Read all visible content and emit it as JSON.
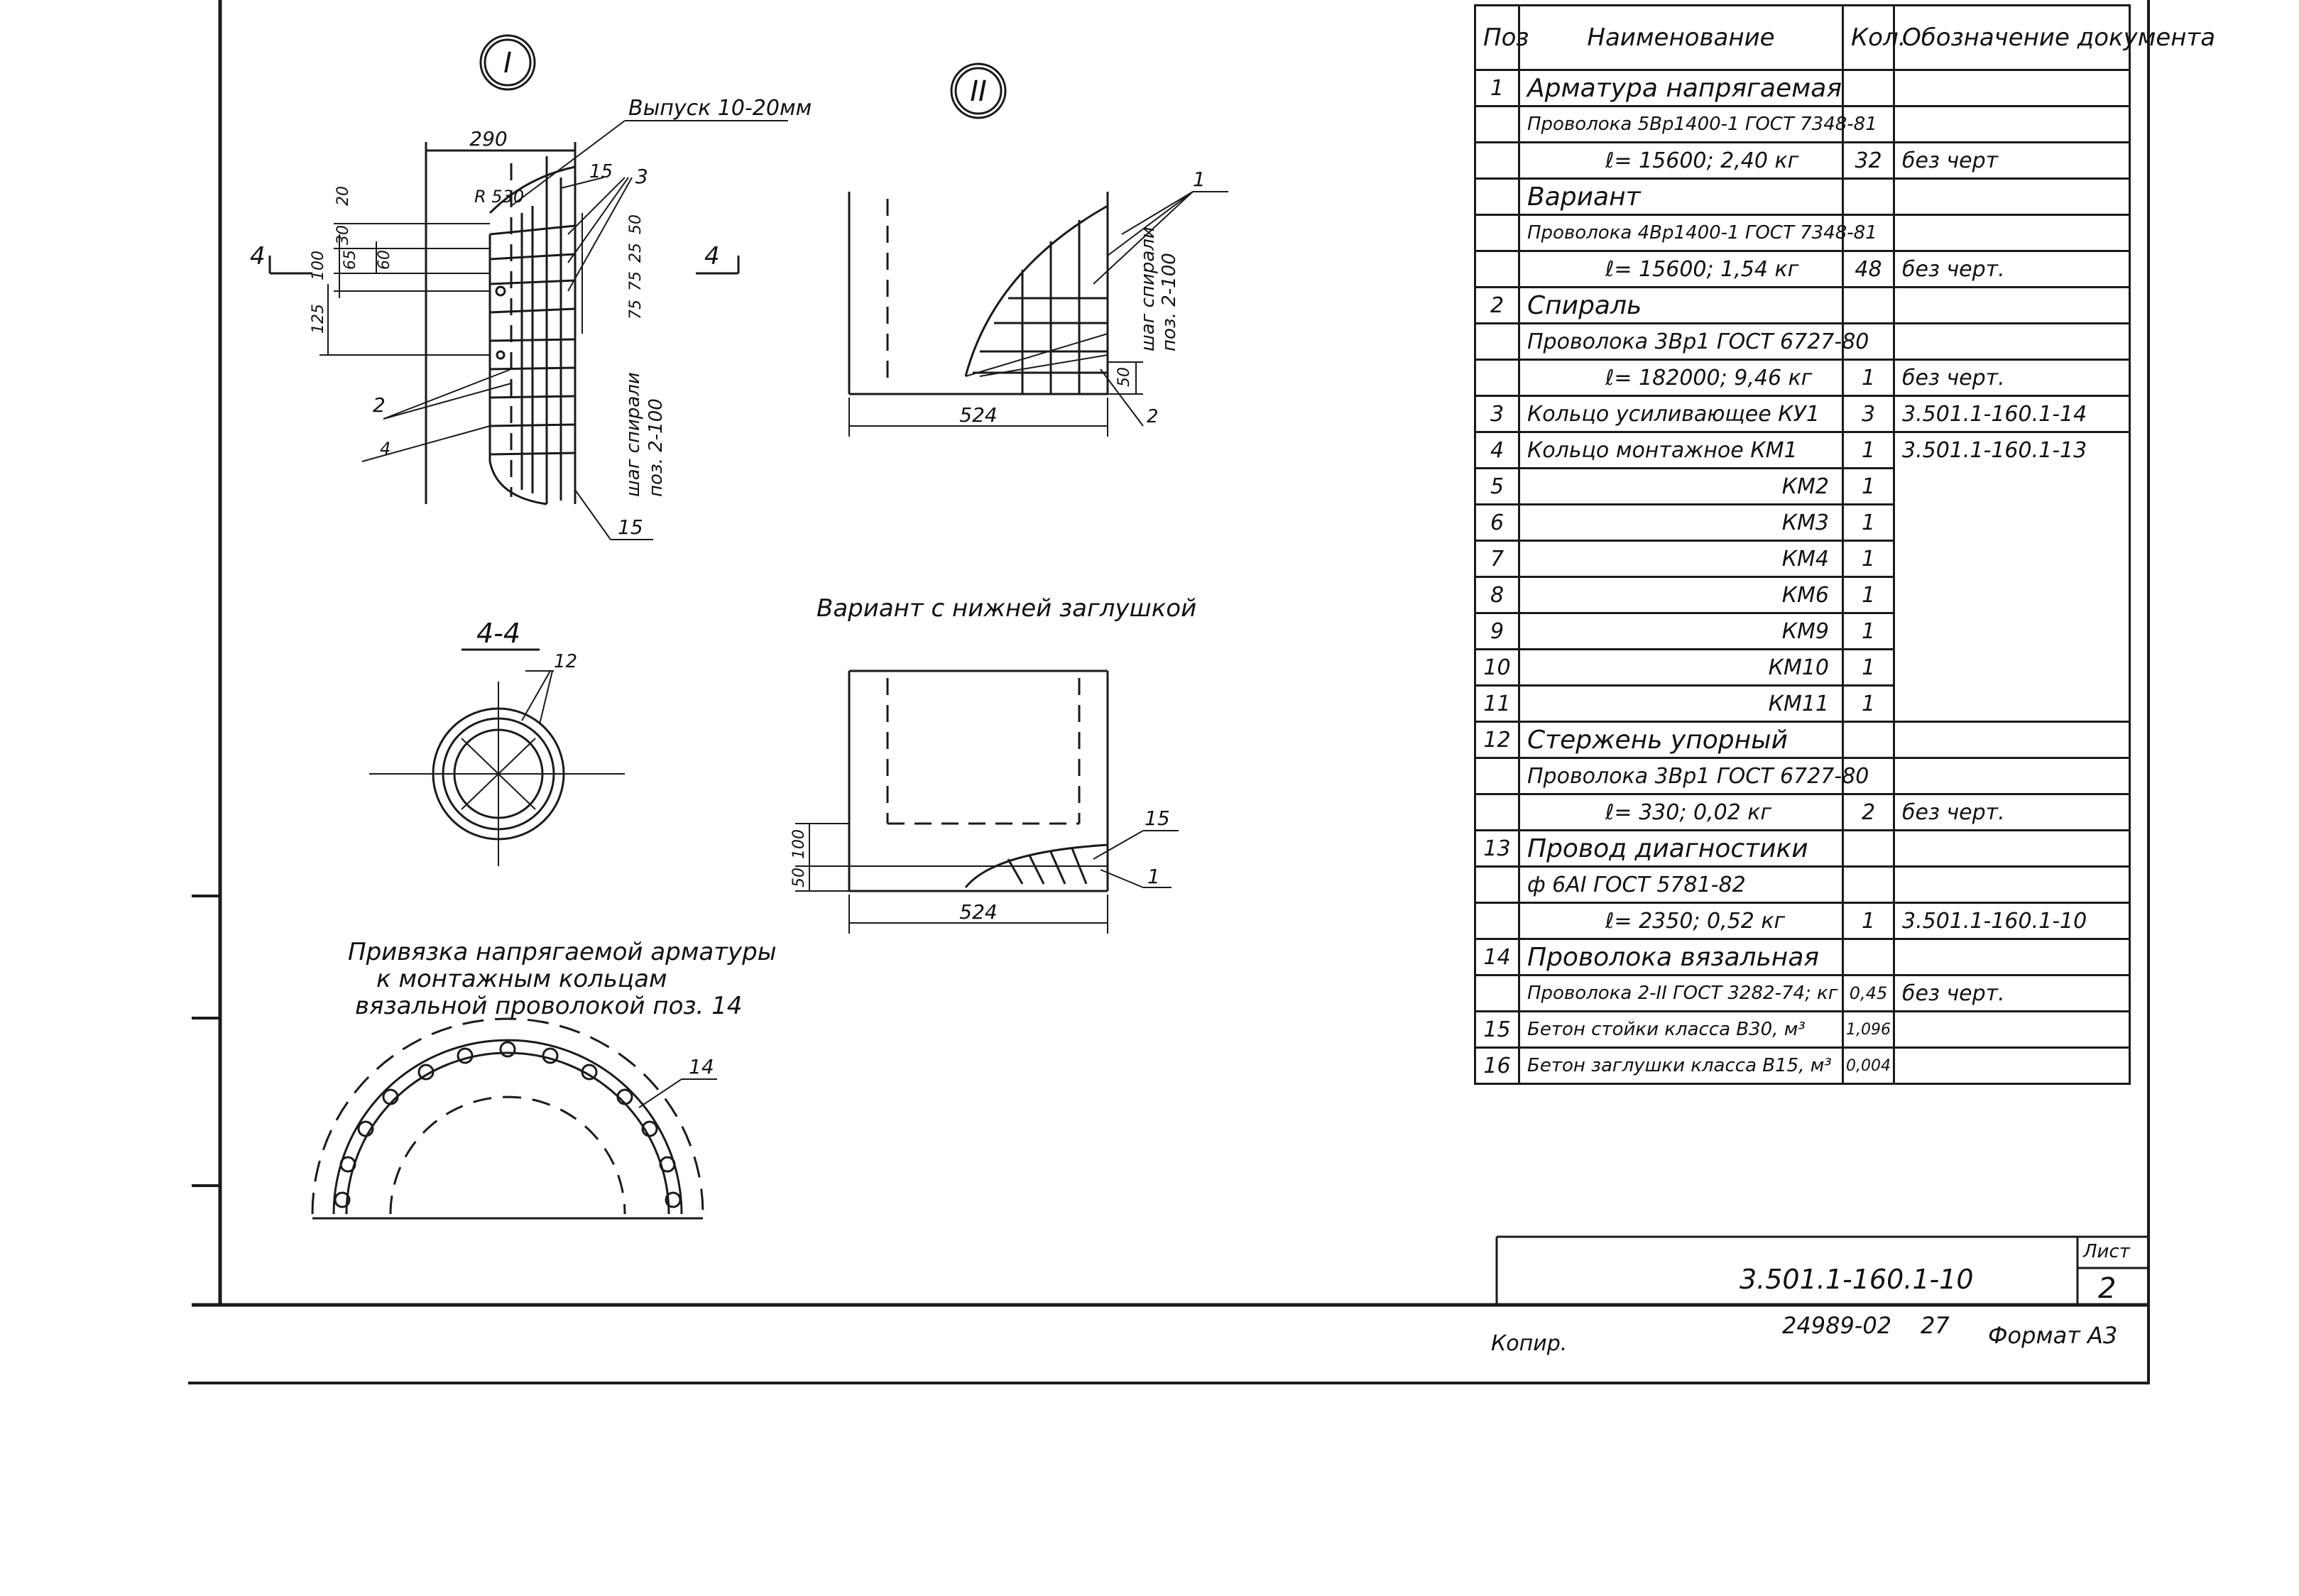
{
  "spec_table": {
    "headers": {
      "pos": "Поз",
      "name": "Наименование",
      "qty": "Кол.",
      "doc": "Обозначение документа"
    },
    "rows": [
      {
        "pos": "1",
        "name": "Арматура напрягаемая",
        "qty": "",
        "doc": ""
      },
      {
        "pos": "",
        "name": "Проволока 5Вр1400-1 ГОСТ 7348-81",
        "qty": "",
        "doc": ""
      },
      {
        "pos": "",
        "name": "ℓ= 15600; 2,40 кг",
        "qty": "32",
        "doc": "без черт"
      },
      {
        "pos": "",
        "name": "Вариант",
        "qty": "",
        "doc": ""
      },
      {
        "pos": "",
        "name": "Проволока 4Вр1400-1 ГОСТ 7348-81",
        "qty": "",
        "doc": ""
      },
      {
        "pos": "",
        "name": "ℓ= 15600; 1,54 кг",
        "qty": "48",
        "doc": "без черт."
      },
      {
        "pos": "2",
        "name": "Спираль",
        "qty": "",
        "doc": ""
      },
      {
        "pos": "",
        "name": "Проволока 3Вр1 ГОСТ 6727-80",
        "qty": "",
        "doc": ""
      },
      {
        "pos": "",
        "name": "ℓ= 182000; 9,46 кг",
        "qty": "1",
        "doc": "без черт."
      },
      {
        "pos": "3",
        "name": "Кольцо усиливающее КУ1",
        "qty": "3",
        "doc": "3.501.1-160.1-14"
      },
      {
        "pos": "4",
        "name": "Кольцо монтажное КМ1",
        "qty": "1",
        "doc": "3.501.1-160.1-13"
      },
      {
        "pos": "5",
        "name": "КМ2",
        "qty": "1",
        "doc": ""
      },
      {
        "pos": "6",
        "name": "КМ3",
        "qty": "1",
        "doc": ""
      },
      {
        "pos": "7",
        "name": "КМ4",
        "qty": "1",
        "doc": ""
      },
      {
        "pos": "8",
        "name": "КМ6",
        "qty": "1",
        "doc": ""
      },
      {
        "pos": "9",
        "name": "КМ9",
        "qty": "1",
        "doc": ""
      },
      {
        "pos": "10",
        "name": "КМ10",
        "qty": "1",
        "doc": ""
      },
      {
        "pos": "11",
        "name": "КМ11",
        "qty": "1",
        "doc": ""
      },
      {
        "pos": "12",
        "name": "Стержень упорный",
        "qty": "",
        "doc": ""
      },
      {
        "pos": "",
        "name": "Проволока 3Вр1 ГОСТ 6727-80",
        "qty": "",
        "doc": ""
      },
      {
        "pos": "",
        "name": "ℓ= 330; 0,02 кг",
        "qty": "2",
        "doc": "без черт."
      },
      {
        "pos": "13",
        "name": "Провод диагностики",
        "qty": "",
        "doc": ""
      },
      {
        "pos": "",
        "name": "ф 6АI ГОСТ 5781-82",
        "qty": "",
        "doc": ""
      },
      {
        "pos": "",
        "name": "ℓ= 2350; 0,52 кг",
        "qty": "1",
        "doc": "3.501.1-160.1-10"
      },
      {
        "pos": "14",
        "name": "Проволока вязальная",
        "qty": "",
        "doc": ""
      },
      {
        "pos": "",
        "name": "Проволока 2-II ГОСТ 3282-74; кг",
        "qty": "0,45",
        "doc": "без черт."
      },
      {
        "pos": "15",
        "name": "Бетон стойки класса В30, м³",
        "qty": "1,096",
        "doc": ""
      },
      {
        "pos": "16",
        "name": "Бетон заглушки класса В15, м³",
        "qty": "0,004",
        "doc": ""
      }
    ]
  },
  "drawing": {
    "view1_mark": "I",
    "view2_mark": "II",
    "release_note": "Выпуск 10-20мм",
    "dim_290": "290",
    "radius": "R 530",
    "dim_30": "30",
    "dim_20": "20",
    "dim_65": "65",
    "dim_60": "60",
    "dim_100": "100",
    "dim_125": "125",
    "dim_50": "50",
    "dim_25": "25",
    "dim_75": "75",
    "dim_75b": "75",
    "spiral_step": "шаг спирали",
    "spiral_pos": "поз. 2-100",
    "section_num": "4",
    "section_4_4": "4-4",
    "dim_524": "524",
    "dim_524b": "524",
    "dim_50_bot": "50",
    "dim_100_bot": "100",
    "dim_50_v2": "50",
    "variant_title": "Вариант с нижней заглушкой",
    "binding_title_1": "Привязка напрягаемой арматуры",
    "binding_title_2": "к монтажным кольцам",
    "binding_title_3": "вязальной проволокой поз. 14",
    "call_1": "1",
    "call_2": "2",
    "call_3": "3",
    "call_4": "4",
    "call_12": "12",
    "call_14": "14",
    "call_15": "15"
  },
  "title_block": {
    "doc_code": "3.501.1-160.1-10",
    "sheet_label": "Лист",
    "sheet_number": "2",
    "copied_label": "Копир.",
    "inv_number": "24989-02",
    "page_num": "27",
    "format": "Формат А3"
  }
}
